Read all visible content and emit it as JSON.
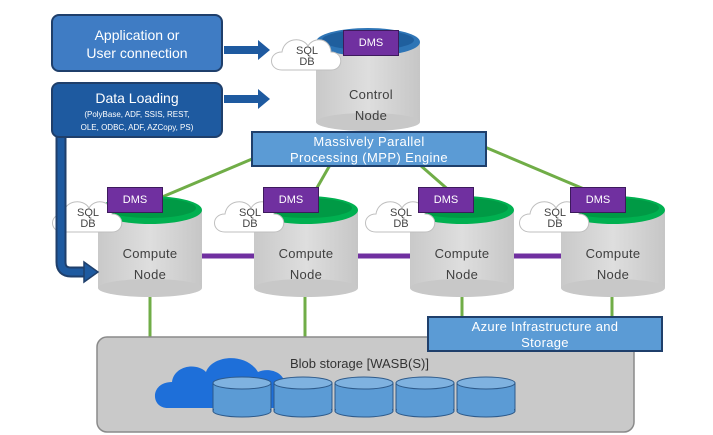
{
  "app_connection": {
    "line1": "Application or",
    "line2": "User connection"
  },
  "data_loading": {
    "title": "Data Loading",
    "detail1": "(PolyBase, ADF, SSIS, REST,",
    "detail2": "OLE, ODBC, ADF, AZCopy, PS)"
  },
  "control_node": {
    "dms": "DMS",
    "sql1": "SQL",
    "sql2": "DB",
    "label1": "Control",
    "label2": "Node"
  },
  "mpp_engine": {
    "line1": "Massively Parallel",
    "line2": "Processing (MPP) Engine"
  },
  "compute_nodes": [
    {
      "dms": "DMS",
      "sql1": "SQL",
      "sql2": "DB",
      "label1": "Compute",
      "label2": "Node"
    },
    {
      "dms": "DMS",
      "sql1": "SQL",
      "sql2": "DB",
      "label1": "Compute",
      "label2": "Node"
    },
    {
      "dms": "DMS",
      "sql1": "SQL",
      "sql2": "DB",
      "label1": "Compute",
      "label2": "Node"
    },
    {
      "dms": "DMS",
      "sql1": "SQL",
      "sql2": "DB",
      "label1": "Compute",
      "label2": "Node"
    }
  ],
  "azure_infra": {
    "line1": "Azure Infrastructure and",
    "line2": "Storage"
  },
  "blob_storage": {
    "label": "Blob storage [WASB(S)]"
  },
  "colors": {
    "purple": "#7030a0",
    "green": "#70ad47",
    "db_green": "#00b050",
    "db_blue": "#2e75b6",
    "box_blue": "#5b9bd5"
  }
}
